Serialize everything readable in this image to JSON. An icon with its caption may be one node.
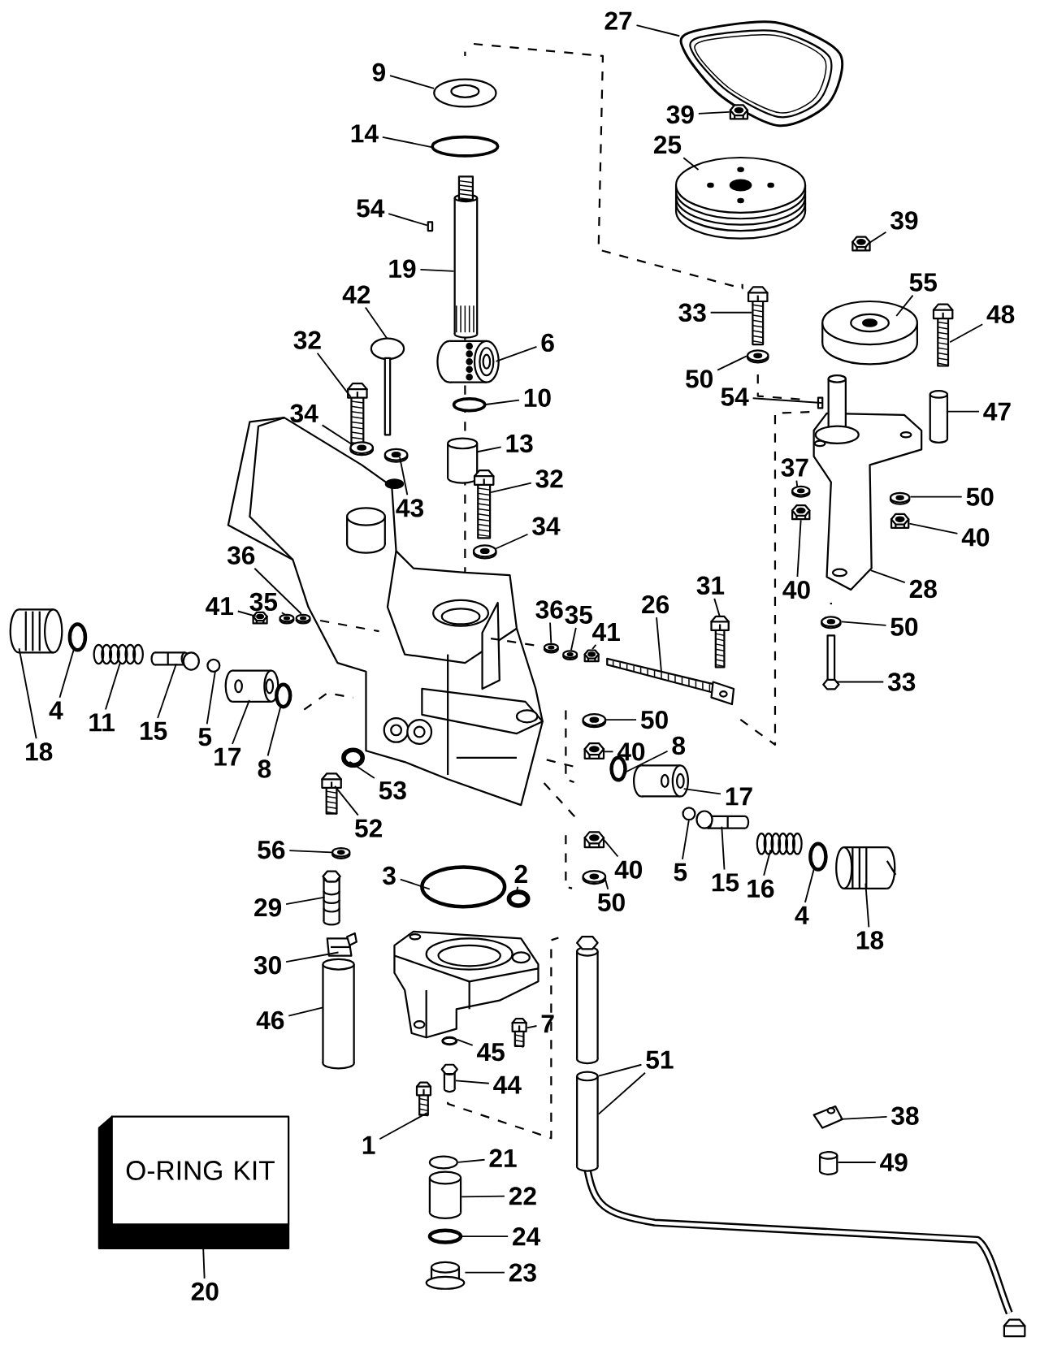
{
  "diagram": {
    "nodes": [
      {
        "text": [
          "27"
        ]
      },
      {
        "text": [
          "9"
        ]
      },
      {
        "text": [
          "39"
        ]
      },
      {
        "text": [
          "14"
        ]
      },
      {
        "text": [
          "25"
        ]
      },
      {
        "text": [
          "54"
        ]
      },
      {
        "text": [
          "39"
        ]
      },
      {
        "text": [
          "19"
        ]
      },
      {
        "text": [
          "55"
        ]
      },
      {
        "text": [
          "42"
        ]
      },
      {
        "text": [
          "33"
        ]
      },
      {
        "text": [
          "48"
        ]
      },
      {
        "text": [
          "32"
        ]
      },
      {
        "text": [
          "6"
        ]
      },
      {
        "text": [
          "50"
        ]
      },
      {
        "text": [
          "54"
        ]
      },
      {
        "text": [
          "10"
        ]
      },
      {
        "text": [
          "47"
        ]
      },
      {
        "text": [
          "34"
        ]
      },
      {
        "text": [
          "13"
        ]
      },
      {
        "text": [
          "37"
        ]
      },
      {
        "text": [
          "32"
        ]
      },
      {
        "text": [
          "50"
        ]
      },
      {
        "text": [
          "43"
        ]
      },
      {
        "text": [
          "34"
        ]
      },
      {
        "text": [
          "40"
        ]
      },
      {
        "text": [
          "36"
        ]
      },
      {
        "text": [
          "31"
        ]
      },
      {
        "text": [
          "28"
        ]
      },
      {
        "text": [
          "40"
        ]
      },
      {
        "text": [
          "35"
        ]
      },
      {
        "text": [
          "41"
        ]
      },
      {
        "text": [
          "26"
        ]
      },
      {
        "text": [
          "36"
        ]
      },
      {
        "text": [
          "35"
        ]
      },
      {
        "text": [
          "41"
        ]
      },
      {
        "text": [
          "50"
        ]
      },
      {
        "text": [
          "33"
        ]
      },
      {
        "text": [
          "4"
        ]
      },
      {
        "text": [
          "50"
        ]
      },
      {
        "text": [
          "11"
        ]
      },
      {
        "text": [
          "15"
        ]
      },
      {
        "text": [
          "5"
        ]
      },
      {
        "text": [
          "18"
        ]
      },
      {
        "text": [
          "40"
        ]
      },
      {
        "text": [
          "17"
        ]
      },
      {
        "text": [
          "8"
        ]
      },
      {
        "text": [
          "8"
        ]
      },
      {
        "text": [
          "53"
        ]
      },
      {
        "text": [
          "17"
        ]
      },
      {
        "text": [
          "52"
        ]
      },
      {
        "text": [
          "56"
        ]
      },
      {
        "text": [
          "40"
        ]
      },
      {
        "text": [
          "5"
        ]
      },
      {
        "text": [
          "2"
        ]
      },
      {
        "text": [
          "3"
        ]
      },
      {
        "text": [
          "15"
        ]
      },
      {
        "text": [
          "16"
        ]
      },
      {
        "text": [
          "50"
        ]
      },
      {
        "text": [
          "29"
        ]
      },
      {
        "text": [
          "4"
        ]
      },
      {
        "text": [
          "18"
        ]
      },
      {
        "text": [
          "30"
        ]
      },
      {
        "text": [
          "46"
        ]
      },
      {
        "text": [
          "7"
        ]
      },
      {
        "text": [
          "45"
        ]
      },
      {
        "text": [
          "51"
        ]
      },
      {
        "text": [
          "44"
        ]
      },
      {
        "text": [
          "38"
        ]
      },
      {
        "text": [
          "1"
        ]
      },
      {
        "text": [
          "21"
        ]
      },
      {
        "text": [
          "49"
        ]
      },
      {
        "text": [
          "22"
        ]
      },
      {
        "text": [
          "24"
        ]
      },
      {
        "text": [
          "23"
        ]
      },
      {
        "text": [
          "20"
        ]
      },
      {
        "text": [
          "O-RING KIT"
        ]
      },
      {
        "text": [],
        "shape": "picture"
      },
      {
        "text": [],
        "shape": "picture"
      },
      {
        "text": [],
        "shape": "picture"
      },
      {
        "text": [],
        "shape": "circle"
      },
      {
        "text": [],
        "shape": "picture"
      },
      {
        "text": [],
        "shape": "bar"
      },
      {
        "text": [],
        "shape": "picture"
      },
      {
        "text": [],
        "shape": "picture"
      },
      {
        "text": [],
        "shape": "picture"
      },
      {
        "text": [],
        "shape": "picture"
      },
      {
        "text": [],
        "shape": "picture"
      },
      {
        "text": [],
        "shape": "picture"
      },
      {
        "text": [],
        "shape": "picture"
      },
      {
        "text": [],
        "shape": "picture"
      },
      {
        "text": [],
        "shape": "picture"
      },
      {
        "text": [],
        "shape": "bar"
      },
      {
        "text": [],
        "shape": "circle"
      },
      {
        "text": [],
        "shape": "cylinder"
      },
      {
        "text": [],
        "shape": "picture"
      },
      {
        "text": [],
        "shape": "cylinder"
      },
      {
        "text": [],
        "shape": "picture"
      },
      {
        "text": [],
        "shape": "picture"
      },
      {
        "text": [],
        "shape": "picture"
      },
      {
        "text": [],
        "shape": "picture"
      },
      {
        "text": [],
        "shape": "picture"
      },
      {
        "text": [],
        "shape": "picture"
      },
      {
        "text": [],
        "shape": "picture"
      },
      {
        "text": [],
        "shape": "picture"
      },
      {
        "text": [],
        "shape": "picture"
      },
      {
        "text": [],
        "shape": "picture"
      },
      {
        "text": [],
        "shape": "picture"
      },
      {
        "text": [],
        "shape": "picture"
      },
      {
        "text": [],
        "shape": "picture"
      },
      {
        "text": [],
        "shape": "picture"
      },
      {
        "text": [],
        "shape": "picture"
      },
      {
        "text": [],
        "shape": "picture"
      },
      {
        "text": [],
        "shape": "picture"
      },
      {
        "text": [],
        "shape": "picture"
      },
      {
        "text": [],
        "shape": "circle"
      },
      {
        "text": [],
        "shape": "picture"
      },
      {
        "text": [],
        "shape": "picture"
      },
      {
        "text": [],
        "shape": "picture"
      },
      {
        "text": [],
        "shape": "circle"
      },
      {
        "text": [],
        "shape": "picture"
      },
      {
        "text": [],
        "shape": "picture"
      },
      {
        "text": [],
        "shape": "picture"
      },
      {
        "text": [],
        "shape": "circle"
      },
      {
        "text": [],
        "shape": "circle"
      },
      {
        "text": [],
        "shape": "circle"
      },
      {
        "text": [],
        "shape": "picture"
      },
      {
        "text": [],
        "shape": "picture"
      },
      {
        "text": [],
        "shape": "picture"
      },
      {
        "text": [],
        "shape": "picture"
      },
      {
        "text": [],
        "shape": "circle"
      },
      {
        "text": [],
        "shape": "circle"
      },
      {
        "text": [],
        "shape": "circle"
      },
      {
        "text": [],
        "shape": "picture"
      },
      {
        "text": [],
        "shape": "picture"
      },
      {
        "text": [],
        "shape": "picture"
      },
      {
        "text": [],
        "shape": "picture"
      },
      {
        "text": [],
        "shape": "circle"
      },
      {
        "text": [],
        "shape": "picture"
      },
      {
        "text": [],
        "shape": "picture"
      },
      {
        "text": [],
        "shape": "cylinder"
      },
      {
        "text": [],
        "shape": "picture"
      },
      {
        "text": [],
        "shape": "circle"
      },
      {
        "text": [],
        "shape": "cylinder"
      },
      {
        "text": [],
        "shape": "cylinder"
      },
      {
        "text": [],
        "shape": "picture"
      },
      {
        "text": [],
        "shape": "picture"
      },
      {
        "text": [],
        "shape": "picture"
      },
      {
        "text": [],
        "shape": "circle"
      },
      {
        "text": [],
        "shape": "cylinder"
      },
      {
        "text": [],
        "shape": "cylinder"
      },
      {
        "text": [],
        "shape": "circle"
      },
      {
        "text": [],
        "shape": "picture"
      }
    ],
    "edges": [
      {
        "from": 0,
        "to": 77,
        "arrow": "none"
      },
      {
        "from": 1,
        "to": 78,
        "arrow": "none"
      },
      {
        "from": 2,
        "to": 79,
        "arrow": "none"
      },
      {
        "from": 3,
        "to": 80,
        "arrow": "none"
      },
      {
        "from": 4,
        "to": 81,
        "arrow": "none"
      },
      {
        "from": 5,
        "to": 82,
        "arrow": "none"
      },
      {
        "from": 6,
        "to": 83,
        "arrow": "none"
      },
      {
        "from": 7,
        "to": 84,
        "arrow": "none"
      },
      {
        "from": 8,
        "to": 85,
        "arrow": "none"
      },
      {
        "from": 9,
        "to": 86,
        "arrow": "none"
      },
      {
        "from": 10,
        "to": 87,
        "arrow": "none"
      },
      {
        "from": 11,
        "to": 88,
        "arrow": "none"
      },
      {
        "from": 12,
        "to": 89,
        "arrow": "none"
      },
      {
        "from": 13,
        "to": 90,
        "arrow": "none"
      },
      {
        "from": 14,
        "to": 91,
        "arrow": "none"
      },
      {
        "from": 15,
        "to": 92,
        "arrow": "none"
      },
      {
        "from": 16,
        "to": 93,
        "arrow": "none"
      },
      {
        "from": 17,
        "to": 94,
        "arrow": "none"
      },
      {
        "from": 18,
        "to": 95,
        "arrow": "none"
      },
      {
        "from": 19,
        "to": 96,
        "arrow": "none"
      },
      {
        "from": 20,
        "to": 97,
        "arrow": "none"
      },
      {
        "from": 21,
        "to": 98,
        "arrow": "none"
      },
      {
        "from": 22,
        "to": 99,
        "arrow": "none"
      },
      {
        "from": 23,
        "to": 100,
        "arrow": "none"
      },
      {
        "from": 24,
        "to": 101,
        "arrow": "none"
      },
      {
        "from": 25,
        "to": 102,
        "arrow": "none"
      },
      {
        "from": 26,
        "to": 103,
        "arrow": "none"
      },
      {
        "from": 27,
        "to": 104,
        "arrow": "none"
      },
      {
        "from": 28,
        "to": 105,
        "arrow": "none"
      },
      {
        "from": 29,
        "to": 106,
        "arrow": "none"
      },
      {
        "from": 30,
        "to": 107,
        "arrow": "none"
      },
      {
        "from": 31,
        "to": 108,
        "arrow": "none"
      },
      {
        "from": 32,
        "to": 109,
        "arrow": "none"
      },
      {
        "from": 33,
        "to": 110,
        "arrow": "none"
      },
      {
        "from": 34,
        "to": 111,
        "arrow": "none"
      },
      {
        "from": 35,
        "to": 112,
        "arrow": "none"
      },
      {
        "from": 36,
        "to": 113,
        "arrow": "none"
      },
      {
        "from": 37,
        "to": 114,
        "arrow": "none"
      },
      {
        "from": 38,
        "to": 115,
        "arrow": "none"
      },
      {
        "from": 39,
        "to": 116,
        "arrow": "none"
      },
      {
        "from": 40,
        "to": 117,
        "arrow": "none"
      },
      {
        "from": 41,
        "to": 118,
        "arrow": "none"
      },
      {
        "from": 42,
        "to": 119,
        "arrow": "none"
      },
      {
        "from": 43,
        "to": 120,
        "arrow": "none"
      },
      {
        "from": 44,
        "to": 121,
        "arrow": "none"
      },
      {
        "from": 45,
        "to": 122,
        "arrow": "none"
      },
      {
        "from": 46,
        "to": 123,
        "arrow": "none"
      },
      {
        "from": 47,
        "to": 124,
        "arrow": "none"
      },
      {
        "from": 48,
        "to": 125,
        "arrow": "none"
      },
      {
        "from": 49,
        "to": 126,
        "arrow": "none"
      },
      {
        "from": 50,
        "to": 127,
        "arrow": "none"
      },
      {
        "from": 51,
        "to": 128,
        "arrow": "none"
      },
      {
        "from": 52,
        "to": 129,
        "arrow": "none"
      },
      {
        "from": 53,
        "to": 130,
        "arrow": "none"
      },
      {
        "from": 54,
        "to": 131,
        "arrow": "none"
      },
      {
        "from": 55,
        "to": 132,
        "arrow": "none"
      },
      {
        "from": 56,
        "to": 133,
        "arrow": "none"
      },
      {
        "from": 57,
        "to": 134,
        "arrow": "none"
      },
      {
        "from": 58,
        "to": 135,
        "arrow": "none"
      },
      {
        "from": 59,
        "to": 136,
        "arrow": "none"
      },
      {
        "from": 60,
        "to": 137,
        "arrow": "none"
      },
      {
        "from": 61,
        "to": 138,
        "arrow": "none"
      },
      {
        "from": 62,
        "to": 139,
        "arrow": "none"
      },
      {
        "from": 63,
        "to": 140,
        "arrow": "none"
      },
      {
        "from": 64,
        "to": 141,
        "arrow": "none"
      },
      {
        "from": 65,
        "to": 142,
        "arrow": "none"
      },
      {
        "from": 66,
        "to": 143,
        "arrow": "none"
      },
      {
        "from": 66,
        "to": 144,
        "arrow": "none"
      },
      {
        "from": 67,
        "to": 145,
        "arrow": "none"
      },
      {
        "from": 68,
        "to": 146,
        "arrow": "none"
      },
      {
        "from": 69,
        "to": 147,
        "arrow": "none"
      },
      {
        "from": 70,
        "to": 148,
        "arrow": "none"
      },
      {
        "from": 71,
        "to": 149,
        "arrow": "none"
      },
      {
        "from": 72,
        "to": 150,
        "arrow": "none"
      },
      {
        "from": 73,
        "to": 151,
        "arrow": "none"
      },
      {
        "from": 74,
        "to": 152,
        "arrow": "none"
      },
      {
        "from": 75,
        "to": 76,
        "arrow": "none"
      }
    ]
  }
}
